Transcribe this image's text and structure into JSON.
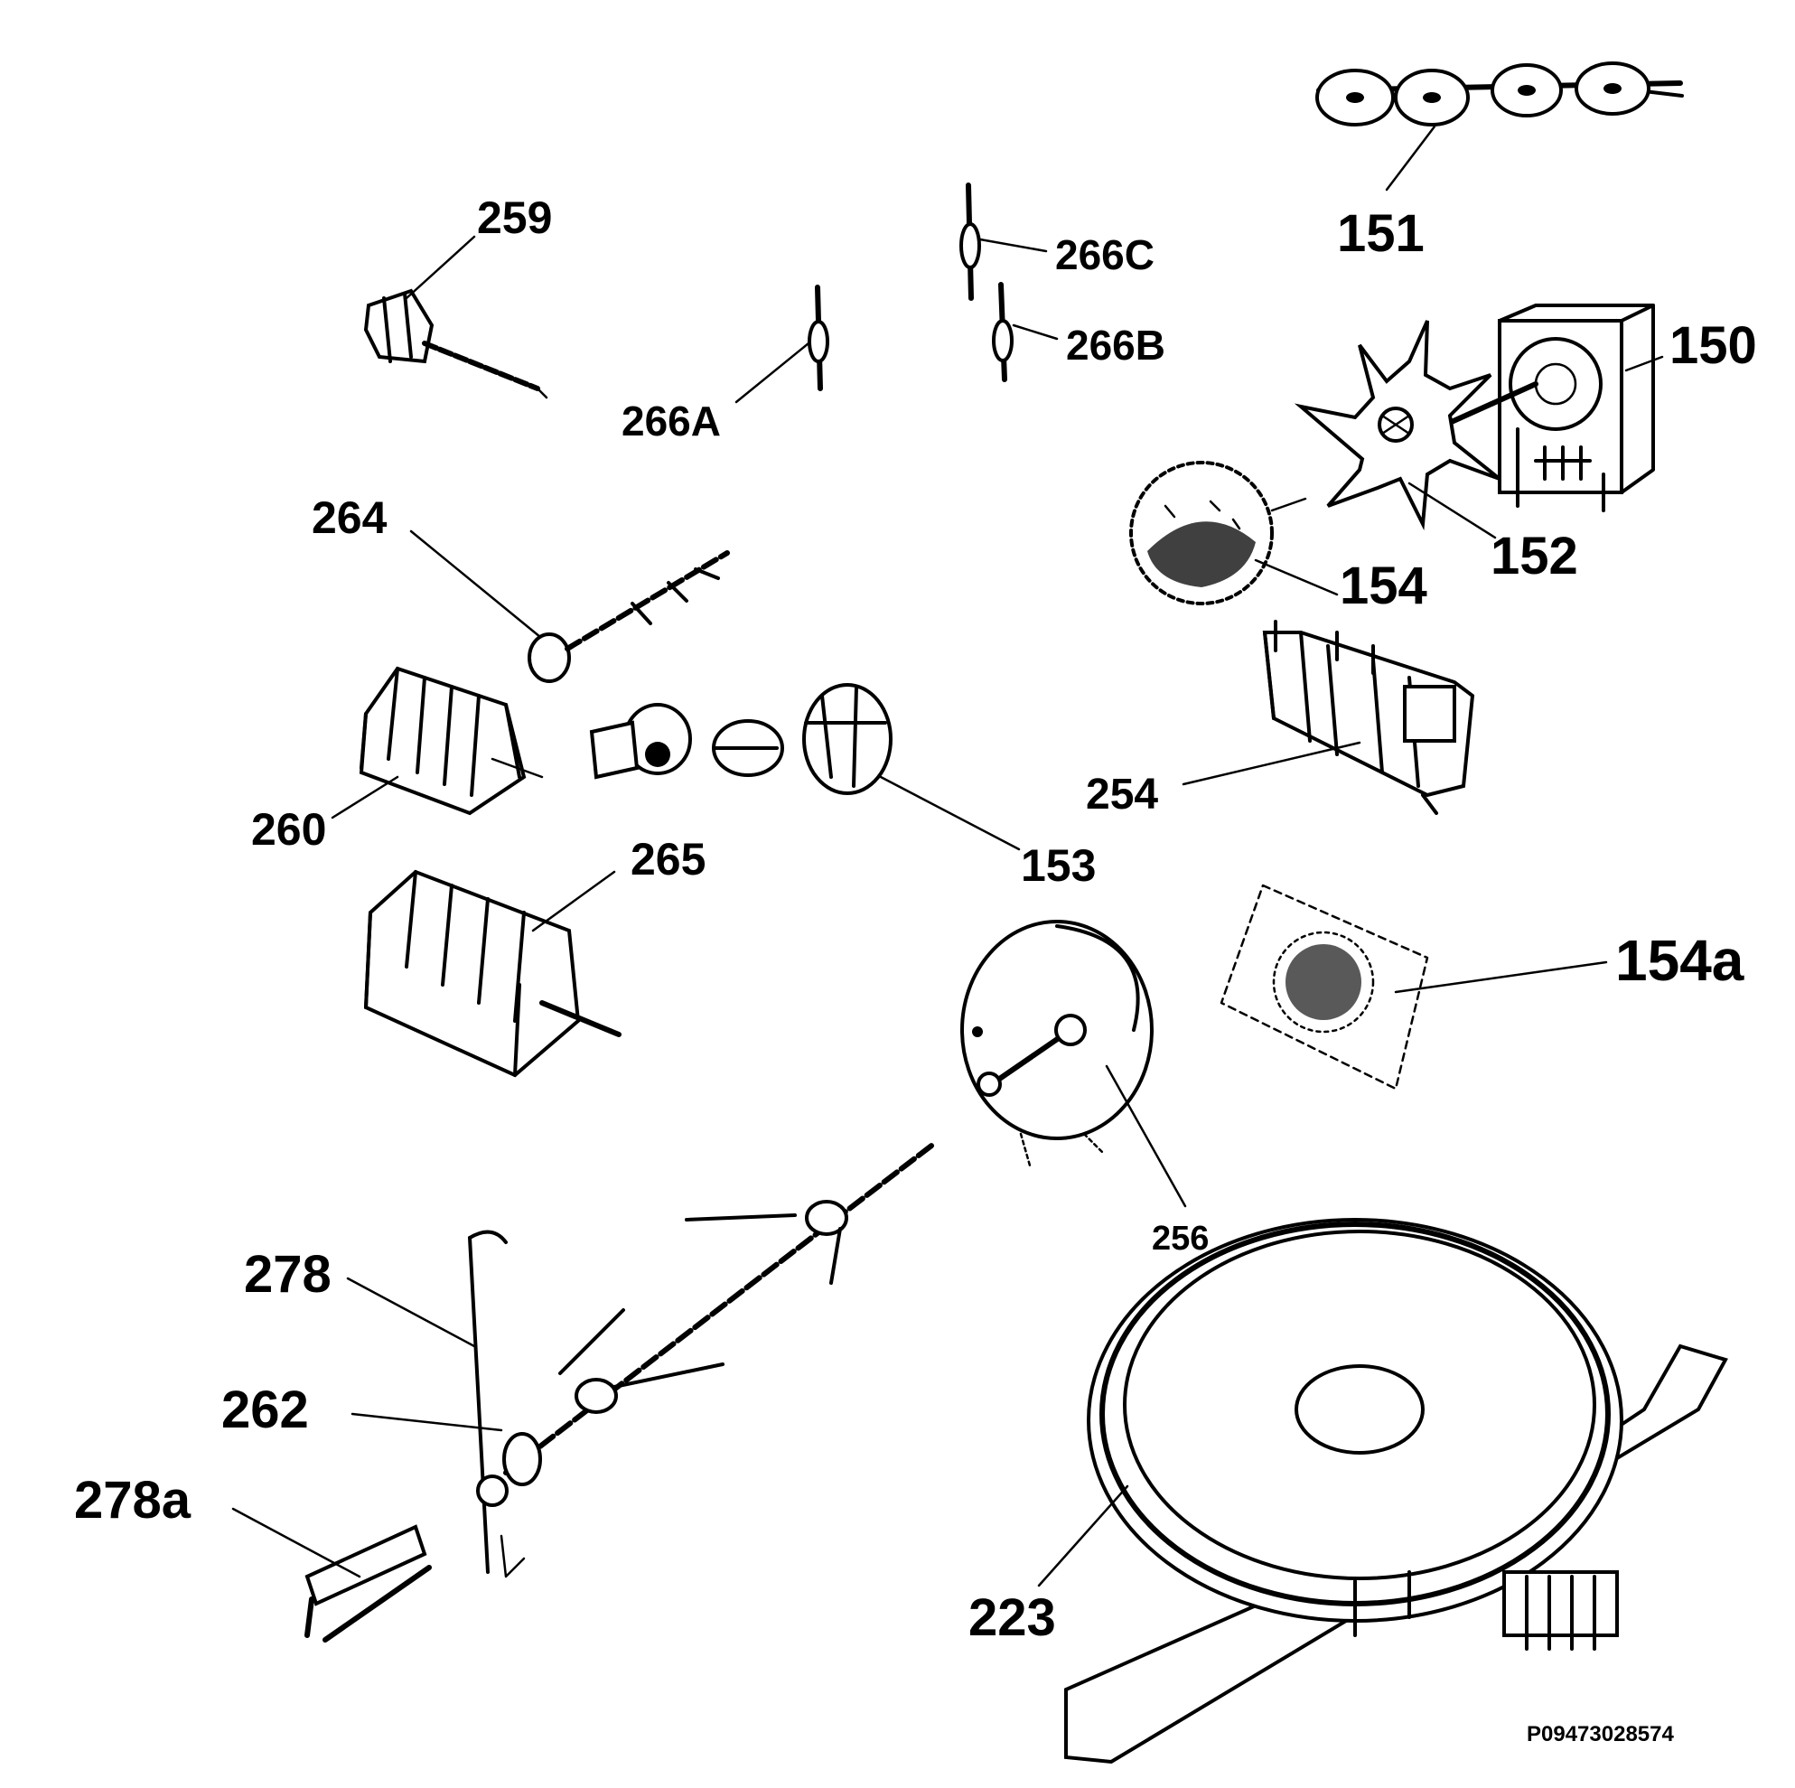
{
  "labels": {
    "p151": "151",
    "p150": "150",
    "p152": "152",
    "p154": "154",
    "p254": "254",
    "p154a": "154a",
    "p153": "153",
    "p256": "256",
    "p223": "223",
    "p259": "259",
    "p266c": "266C",
    "p266b": "266B",
    "p266a": "266A",
    "p264": "264",
    "p260": "260",
    "p265": "265",
    "p278": "278",
    "p262": "262",
    "p278a": "278a"
  },
  "reference_code": "P09473028574"
}
